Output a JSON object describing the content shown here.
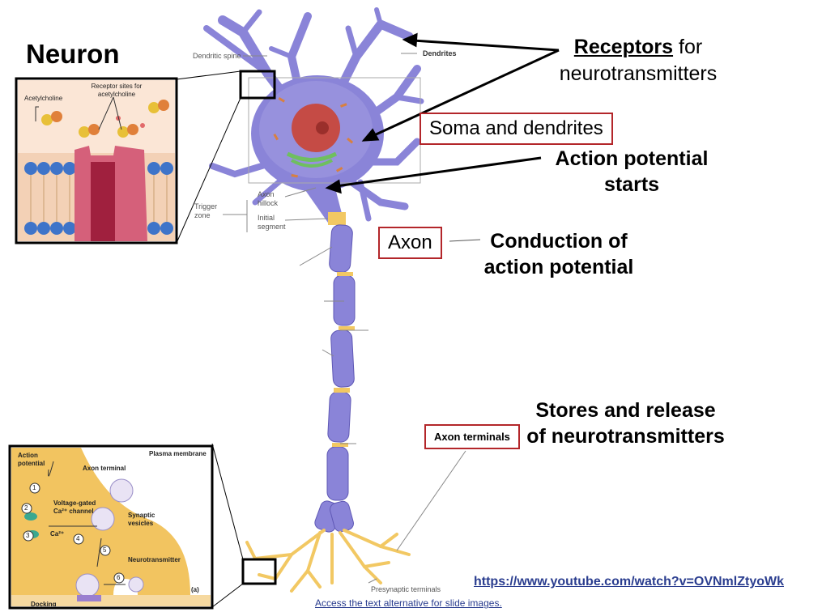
{
  "title": "Neuron",
  "labels": {
    "receptors_bold": "Receptors",
    "receptors_rest_line1": " for",
    "receptors_line2": "neurotransmitters",
    "soma_box": "Soma and dendrites",
    "action_potential": "Action potential starts",
    "axon_box": "Axon",
    "conduction": "Conduction of action potential",
    "axon_terminals_box": "Axon terminals",
    "stores": "Stores and release of neurotransmitters"
  },
  "figure_labels": {
    "dendritic_spine": "Dendritic spine",
    "dendrites": "Dendrites",
    "trigger_zone": "Trigger zone",
    "axon_hillock": "Axon hillock",
    "initial_segment": "Initial segment",
    "presynaptic_terminals": "Presynaptic terminals"
  },
  "inset_top": {
    "acetylcholine": "Acetylcholine",
    "receptor_sites": "Receptor sites for acetylcholine"
  },
  "inset_bottom": {
    "action_potential": "Action potential",
    "plasma_membrane": "Plasma membrane of presynaptic ce",
    "axon_terminal": "Axon terminal",
    "voltage_gated": "Voltage-gated Ca²⁺ channel",
    "synaptic_vesicles": "Synaptic vesicles",
    "ca": "Ca²⁺",
    "neurotransmitter": "Neurotransmitter",
    "panel": "(a)",
    "docking": "Docking",
    "steps": [
      "1",
      "2",
      "3",
      "4",
      "5",
      "6"
    ]
  },
  "link": "https://www.youtube.com/watch?v=OVNmlZtyoWk",
  "alt_text": "Access the text alternative for slide images.",
  "colors": {
    "neuron": "#8a84d8",
    "axon_terminal": "#f2c863",
    "box_border": "#b3262a",
    "link": "#2a3d8f"
  }
}
